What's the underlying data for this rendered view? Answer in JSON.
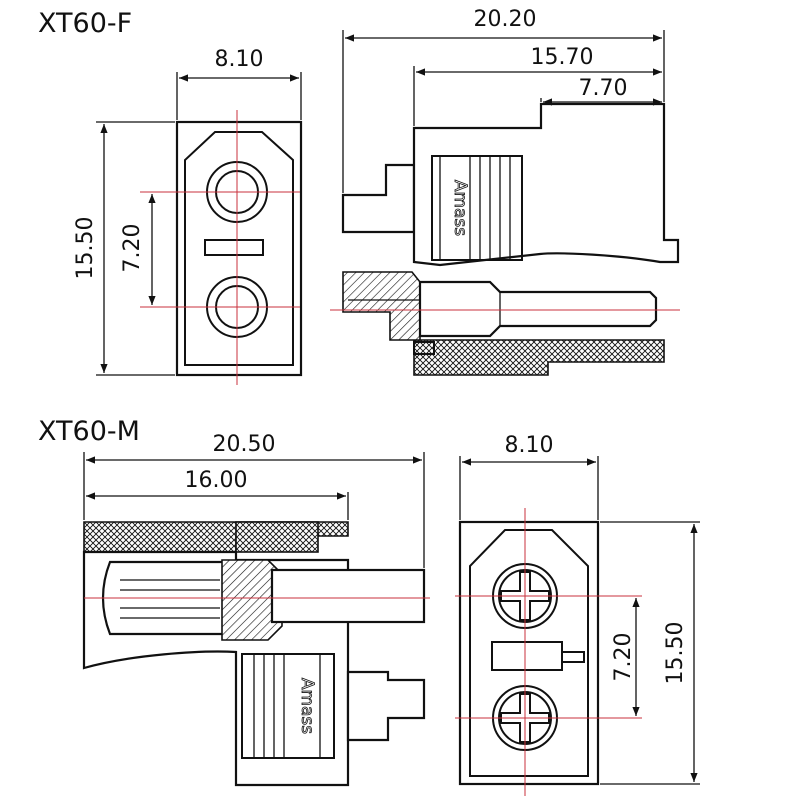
{
  "titles": {
    "female": "XT60-F",
    "male": "XT60-M"
  },
  "female": {
    "front_width": "8.10",
    "front_height": "15.50",
    "pin_pitch": "7.20",
    "side_total": "20.20",
    "side_body": "15.70",
    "side_cap": "7.70",
    "brand": "Amass"
  },
  "male": {
    "side_total": "20.50",
    "side_body": "16.00",
    "front_width": "8.10",
    "pin_pitch": "7.20",
    "front_height": "15.50",
    "brand": "Amass"
  },
  "colors": {
    "line": "#111111",
    "centerline": "#c8323c",
    "background": "#ffffff"
  }
}
